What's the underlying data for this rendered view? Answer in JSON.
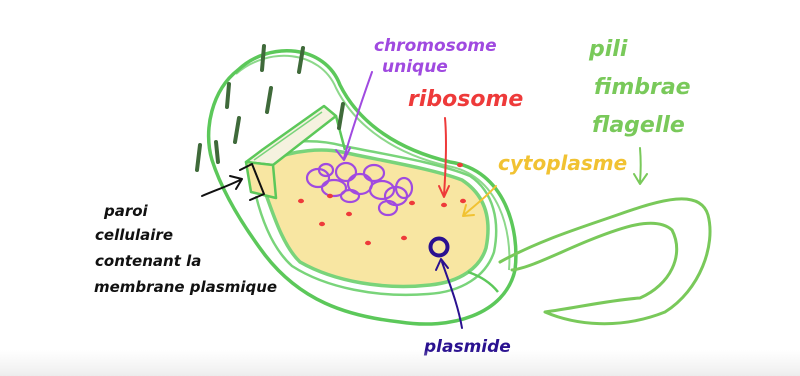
{
  "colors": {
    "outer_wall": "#5cc85a",
    "inner_wall": "#79d47a",
    "cytoplasm_fill": "#f8e6a2",
    "pili": "#3f6a3a",
    "chromosome": "#a04ae0",
    "ribosome": "#ee3a3a",
    "plasmid": "#2a1190",
    "cytoplasm_label": "#f1c232",
    "appendage_label": "#79c95a",
    "wall_label": "#111111"
  },
  "labels": {
    "chromosome_line1": "chromosome",
    "chromosome_line2": "unique",
    "ribosome": "ribosome",
    "cytoplasm": "cytoplasme",
    "plasmid": "plasmide",
    "pili": "pili",
    "fimbrae": "fimbrae",
    "flagelle": "flagelle",
    "wall_line1": "paroi",
    "wall_line2": "cellulaire",
    "wall_line3": "contenant la",
    "wall_line4": "membrane plasmique"
  }
}
